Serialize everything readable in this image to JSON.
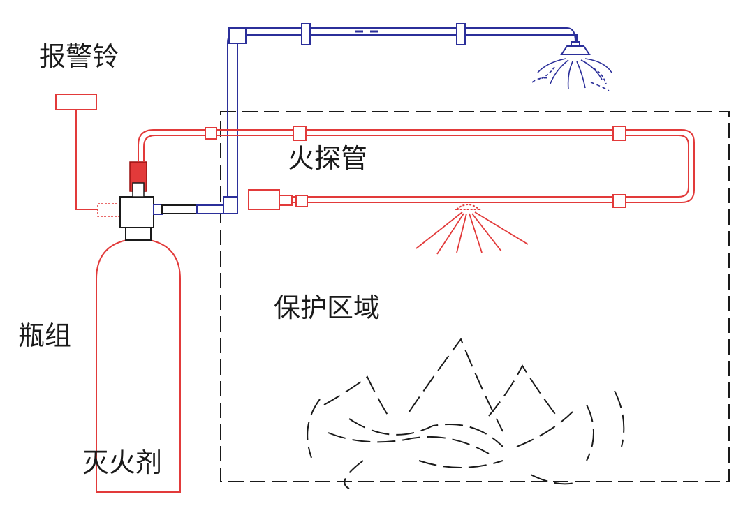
{
  "labels": {
    "alarm_bell": "报警铃",
    "fire_detection_tube": "火探管",
    "cylinder_group": "瓶组",
    "protected_area": "保护区域",
    "extinguishing_agent": "灭火剂"
  },
  "colors": {
    "detection_tube": "#e23a3a",
    "discharge_pipe": "#2b2f9a",
    "outline": "#1a1a1a",
    "background": "#ffffff"
  },
  "icons": [
    "alarm-bell-box",
    "pressure-switch",
    "valve",
    "sprinkler-nozzle",
    "spray-pattern",
    "fire-flames"
  ]
}
